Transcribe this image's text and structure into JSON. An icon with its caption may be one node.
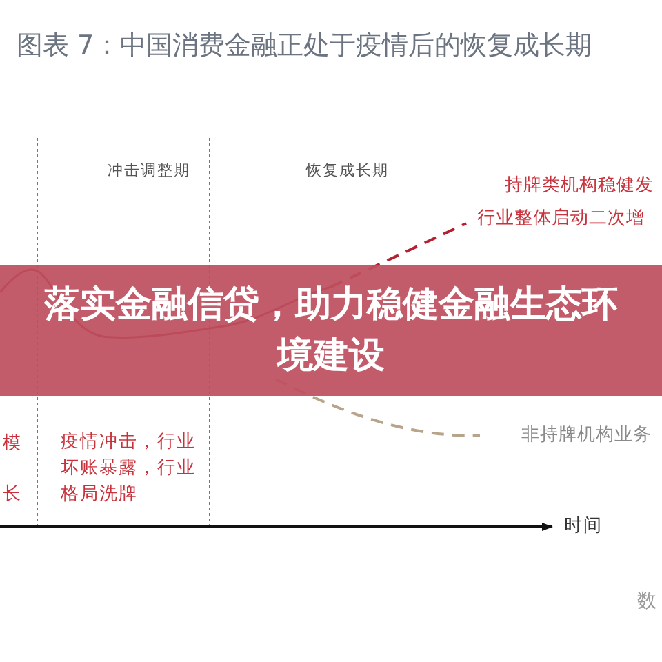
{
  "diagram": {
    "title": "图表 7：中国消费金融正处于疫情后的恢复成长期",
    "labels": [
      "冲击调整期",
      "恢复成长期",
      "持牌类机构稳健发",
      "行业整体启动二次增",
      "落实金融信贷，助力稳健金融生态环境建设",
      "非持牌机构业务",
      "模",
      "疫情冲击，行业坏账暴露，行业格局洗牌",
      "长",
      "时间",
      "数"
    ]
  }
}
